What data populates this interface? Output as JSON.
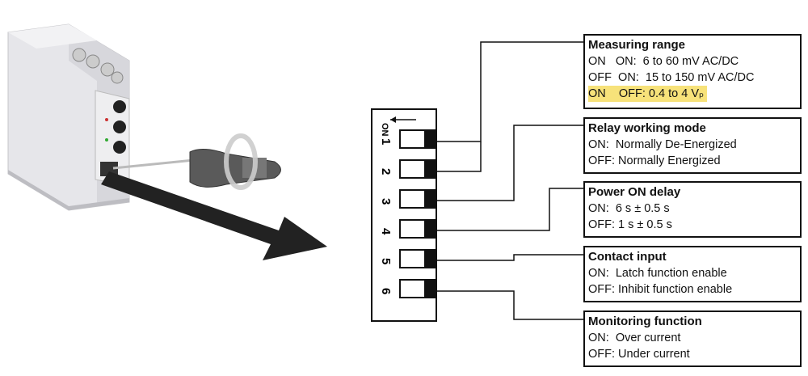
{
  "dip_switch": {
    "on_label": "ON",
    "switches": [
      "1",
      "2",
      "3",
      "4",
      "5",
      "6"
    ]
  },
  "settings": [
    {
      "title": "Measuring range",
      "options": [
        {
          "text": "ON   ON:  6 to 60 mV AC/DC",
          "highlight": false
        },
        {
          "text": "OFF  ON:  15 to 150 mV AC/DC",
          "highlight": false
        },
        {
          "text": "ON    OFF: 0.4 to 4 Vₚ",
          "highlight": true
        }
      ]
    },
    {
      "title": "Relay working mode",
      "options": [
        {
          "text": "ON:  Normally De-Energized"
        },
        {
          "text": "OFF: Normally Energized"
        }
      ]
    },
    {
      "title": "Power ON delay",
      "options": [
        {
          "text": "ON:  6 s ± 0.5 s"
        },
        {
          "text": "OFF: 1 s ± 0.5 s"
        }
      ]
    },
    {
      "title": "Contact input",
      "options": [
        {
          "text": "ON:  Latch function enable"
        },
        {
          "text": "OFF: Inhibit function enable"
        }
      ]
    },
    {
      "title": "Monitoring function",
      "options": [
        {
          "text": "ON:  Over current"
        },
        {
          "text": "OFF: Under current"
        }
      ]
    }
  ],
  "colors": {
    "highlight": "#f7e27a",
    "line": "#111111",
    "device_body": "#e3e3e6",
    "device_shadow": "#b9b9bd"
  }
}
